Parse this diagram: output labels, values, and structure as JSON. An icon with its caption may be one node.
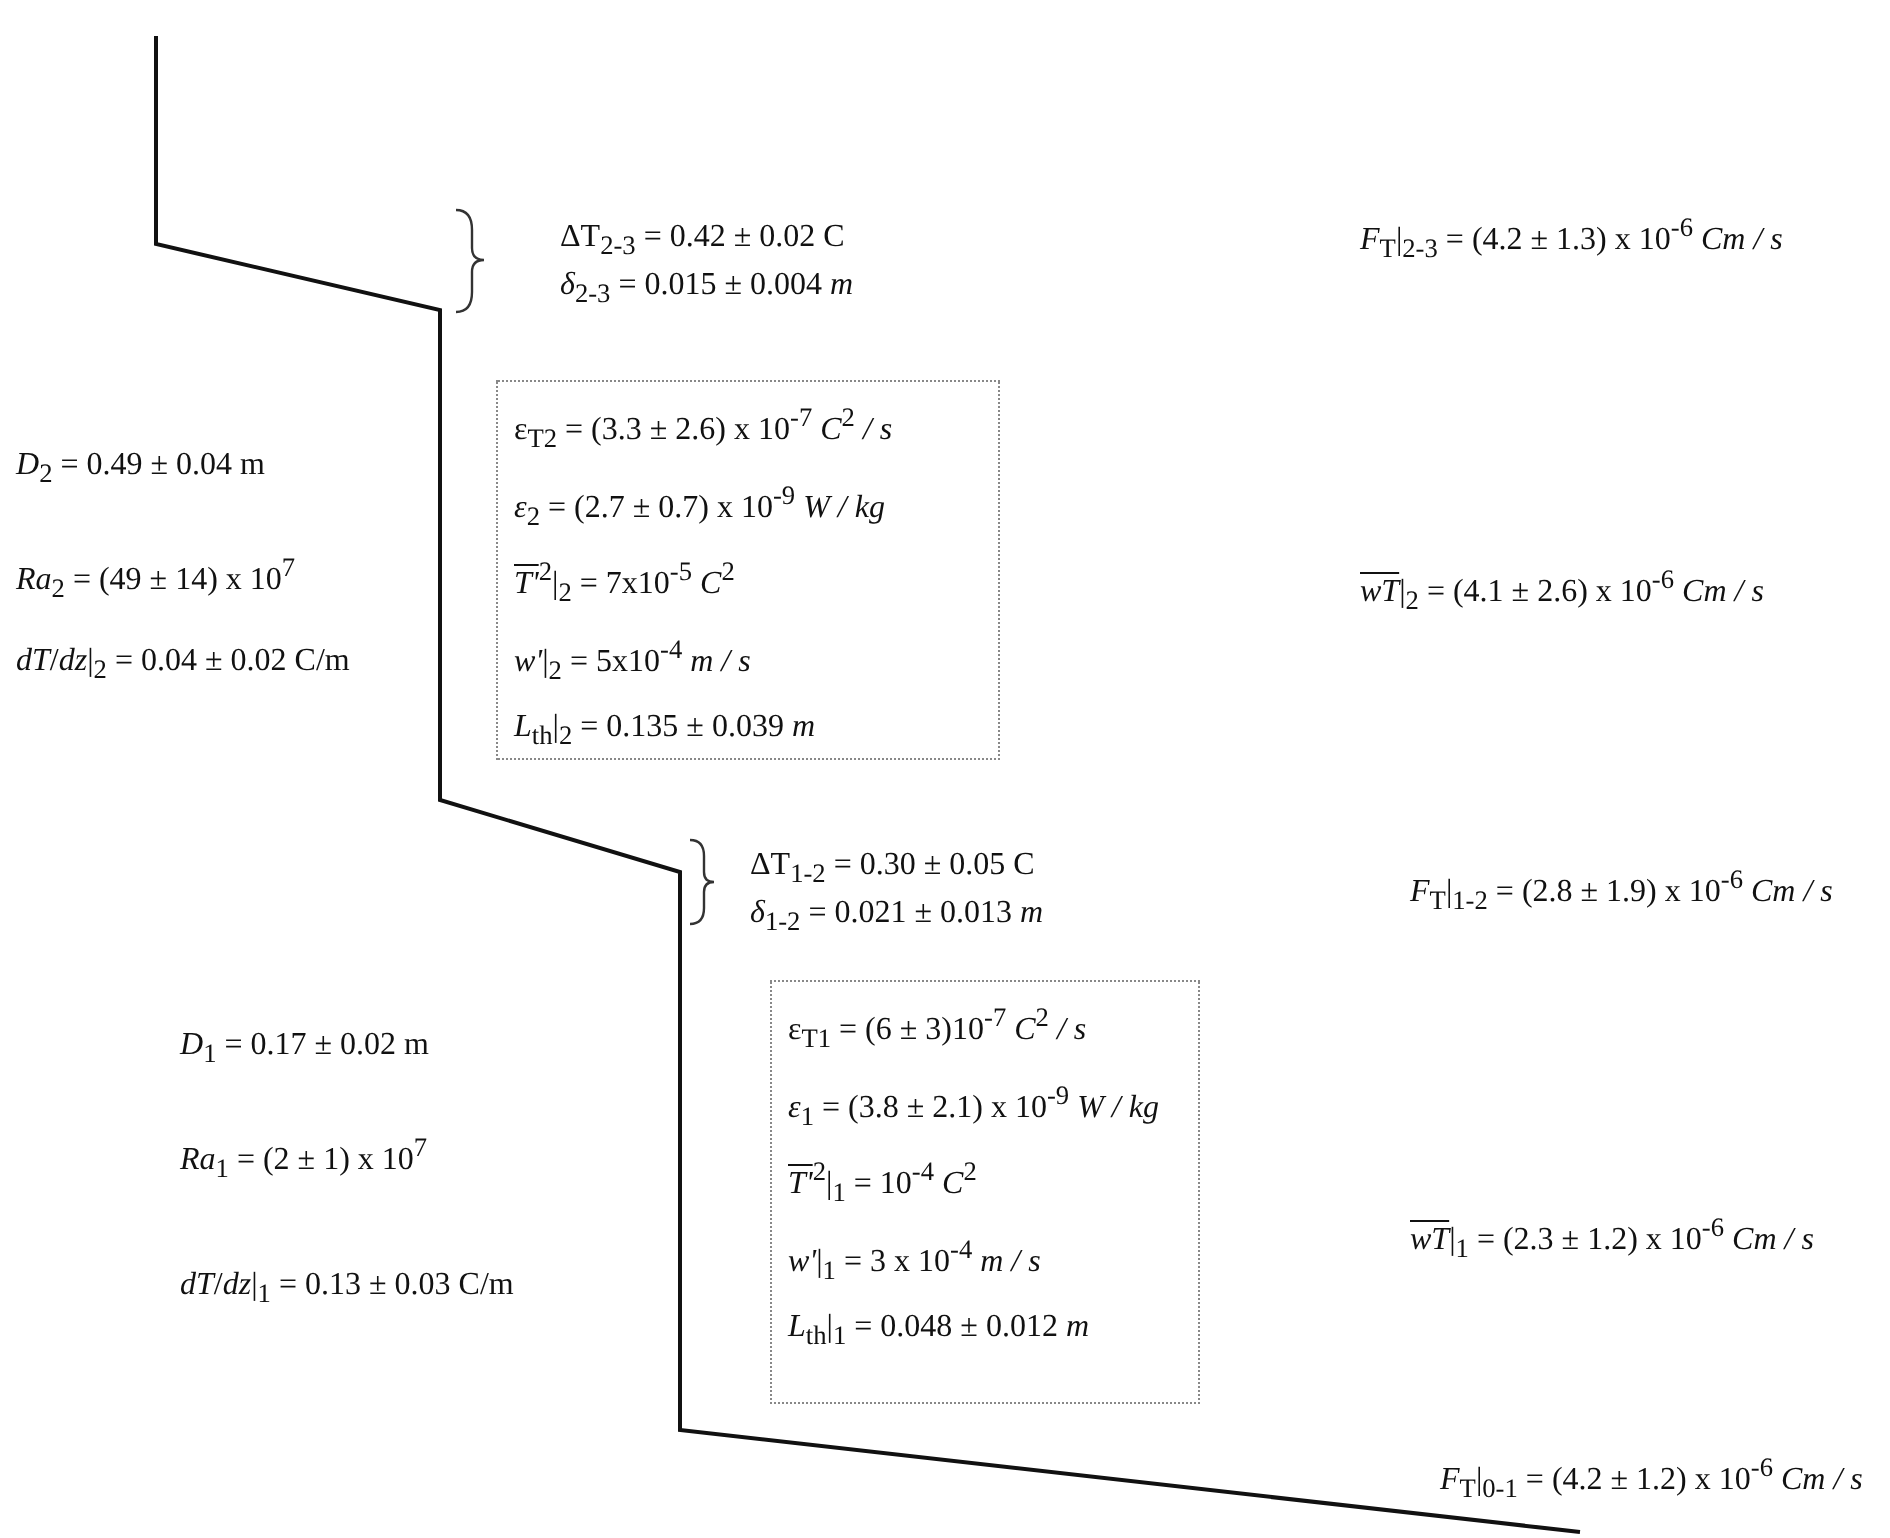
{
  "diagram": {
    "nodes": [
      {
        "text": [
          "ε$_{T2}$ = (3.3 ± 2.6) x 10$^{-7}$ *C*$^{2}$ */ s*",
          "*ε*$_{2}$ = (2.7 ± 0.7) x 10$^{-9}$ *W / kg*",
          "*T'*$^{2}$|$_{2}$ = 7x10$^{-5}$ *C*$^{2}$",
          "*w'*|$_{2}$ = 5x10$^{-4}$ *m / s*",
          "*L*$_{th}$|$_{2}$ = 0.135 ± 0.039 *m*"
        ]
      },
      {
        "text": [
          "ε$_{T1}$ = (6 ± 3)10$^{-7}$ *C*$^{2}$ */ s*",
          "*ε*$_{1}$ = (3.8 ± 2.1) x 10$^{-9}$ *W / kg*",
          "*T'*$^{2}$|$_{1}$ = 10$^{-4}$ *C*$^{2}$",
          "*w'*|$_{1}$ = 3 x 10$^{-4}$ *m / s*",
          "*L*$_{th}$|$_{1}$ = 0.048 ± 0.012 *m*"
        ]
      }
    ],
    "labels": [
      "ΔT$_{2-3}$ = 0.42 ± 0.02 C",
      "*δ*$_{2-3}$ = 0.015 ± 0.004 *m*",
      "*F*$_{T}$|$_{2-3}$ = (4.2 ± 1.3) x 10$^{-6}$ *Cm / s*",
      "*D*$_{2}$ = 0.49 ± 0.04 m",
      "*Ra*$_{2}$ = (49 ± 14) x 10$^{7}$",
      "*dT*/*dz*|$_{2}$ = 0.04 ± 0.02 C/m",
      "*wT*|$_{2}$ = (4.1 ± 2.6) x 10$^{-6}$ *Cm / s*",
      "ΔT$_{1-2}$ = 0.30 ± 0.05 C",
      "*δ*$_{1-2}$ = 0.021 ± 0.013 *m*",
      "*F*$_{T}$|$_{1-2}$ = (2.8 ± 1.9) x 10$^{-6}$ *Cm / s*",
      "*D*$_{1}$ = 0.17 ± 0.02 m",
      "*Ra*$_{1}$ = (2 ± 1) x 10$^{7}$",
      "*wT*|$_{1}$ = (2.3 ± 1.2) x 10$^{-6}$ *Cm / s*",
      "*dT*/*dz*|$_{1}$ = 0.13 ± 0.03 C/m",
      "*F*$_{T}$|$_{0-1}$ = (4.2 ± 1.2) x 10$^{-6}$ *Cm / s*"
    ]
  }
}
